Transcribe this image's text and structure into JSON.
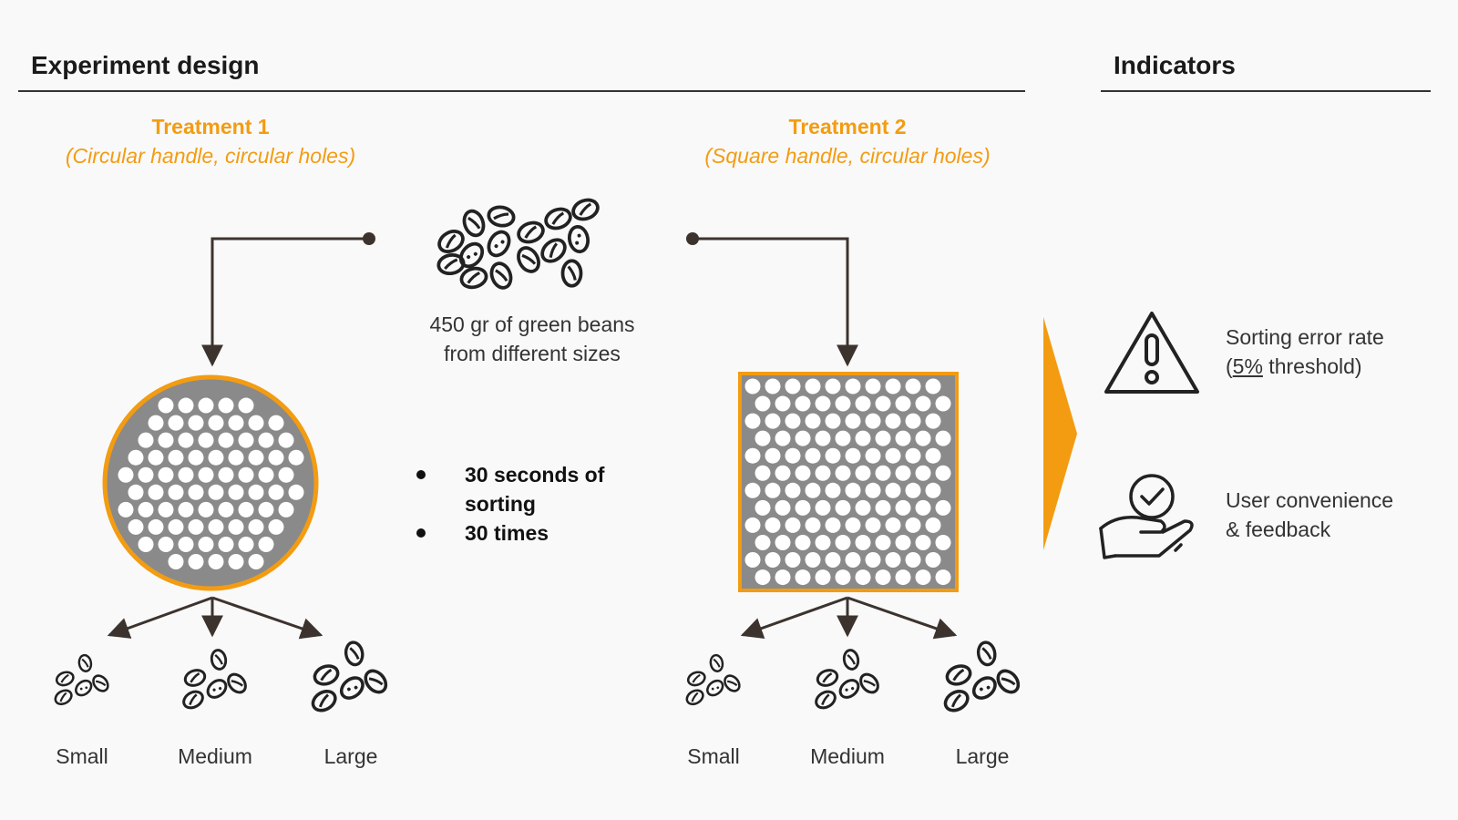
{
  "colors": {
    "accent": "#f39c12",
    "ink": "#3d332e",
    "sieve_fill": "#8a8a8a",
    "background": "#f9f9f9"
  },
  "experiment": {
    "title": "Experiment design"
  },
  "treatments": [
    {
      "title": "Treatment 1",
      "subtitle": "(Circular handle, circular holes)",
      "sieve_shape": "circle",
      "outputs": [
        "Small",
        "Medium",
        "Large"
      ]
    },
    {
      "title": "Treatment 2",
      "subtitle": "(Square handle, circular holes)",
      "sieve_shape": "square",
      "outputs": [
        "Small",
        "Medium",
        "Large"
      ]
    }
  ],
  "input": {
    "caption_line1": "450 gr of green beans",
    "caption_line2": "from different sizes",
    "icon": "coffee-beans-icon"
  },
  "protocol": {
    "bullets": [
      "30 seconds of\nsorting",
      "30 times"
    ]
  },
  "indicators": {
    "title": "Indicators",
    "items": [
      {
        "icon": "warning-triangle-icon",
        "line1": "Sorting error rate",
        "line2_prefix": "(",
        "line2_underlined": "5%",
        "line2_suffix": " threshold)"
      },
      {
        "icon": "hand-check-icon",
        "line1": "User convenience",
        "line2": "& feedback"
      }
    ]
  }
}
